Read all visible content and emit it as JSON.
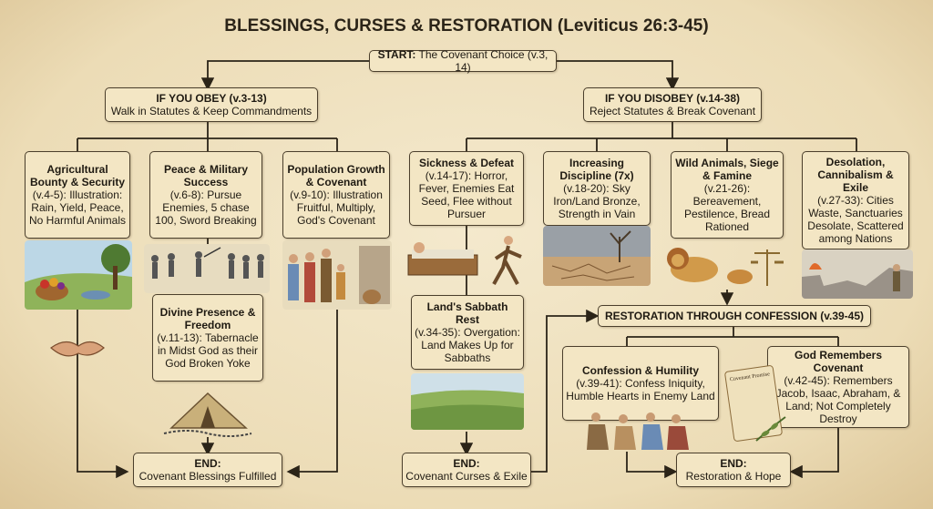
{
  "title": "BLESSINGS, CURSES & RESTORATION (Leviticus 26:3-45)",
  "start": {
    "label": "START:",
    "text": "The Covenant Choice (v.3, 14)"
  },
  "obey": {
    "title": "IF YOU OBEY (v.3-13)",
    "text": "Walk in Statutes & Keep Commandments"
  },
  "disobey": {
    "title": "IF YOU DISOBEY (v.14-38)",
    "text": "Reject Statutes & Break Covenant"
  },
  "blessings": [
    {
      "title": "Agricultural Bounty & Security",
      "text": "(v.4-5): Illustration: Rain, Yield, Peace, No Harmful Animals"
    },
    {
      "title": "Peace & Military Success",
      "text": "(v.6-8): Pursue Enemies, 5 chase 100, Sword Breaking"
    },
    {
      "title": "Population Growth & Covenant",
      "text": "(v.9-10): Illustration Fruitful, Multiply, God's Covenant"
    }
  ],
  "presence": {
    "title": "Divine Presence & Freedom",
    "text": "(v.11-13): Tabernacle in Midst God as their God Broken Yoke"
  },
  "end_blessings": {
    "label": "END:",
    "text": "Covenant Blessings Fulfilled"
  },
  "curses": [
    {
      "title": "Sickness & Defeat",
      "text": "(v.14-17): Horror, Fever, Enemies Eat Seed, Flee without Pursuer"
    },
    {
      "title": "Increasing Discipline (7x)",
      "text": "(v.18-20): Sky Iron/Land Bronze, Strength in Vain"
    },
    {
      "title": "Wild Animals, Siege & Famine",
      "text": "(v.21-26): Bereavement, Pestilence, Bread Rationed"
    },
    {
      "title": "Desolation, Cannibalism & Exile",
      "text": "(v.27-33): Cities Waste, Sanctuaries Desolate, Scattered among Nations"
    }
  ],
  "sabbath": {
    "title": "Land's Sabbath Rest",
    "text": "(v.34-35): Overgation: Land Makes Up for Sabbaths"
  },
  "end_curses": {
    "label": "END:",
    "text": "Covenant Curses & Exile"
  },
  "restoration": {
    "title": "RESTORATION THROUGH CONFESSION (v.39-45)"
  },
  "confession": {
    "title": "Confession & Humility",
    "text": "(v.39-41): Confess Iniquity, Humble Hearts in Enemy Land"
  },
  "remembers": {
    "title": "God Remembers Covenant",
    "text": "(v.42-45): Remembers Jacob, Isaac, Abraham, & Land; Not Completely Destroy"
  },
  "end_restoration": {
    "label": "END:",
    "text": "Restoration & Hope"
  },
  "scroll_text": "Covenant Promise",
  "colors": {
    "parchment": "#efe3c4",
    "box_fill": "#f3e6c4",
    "border": "#4b3f2c",
    "text": "#1f1a12"
  }
}
